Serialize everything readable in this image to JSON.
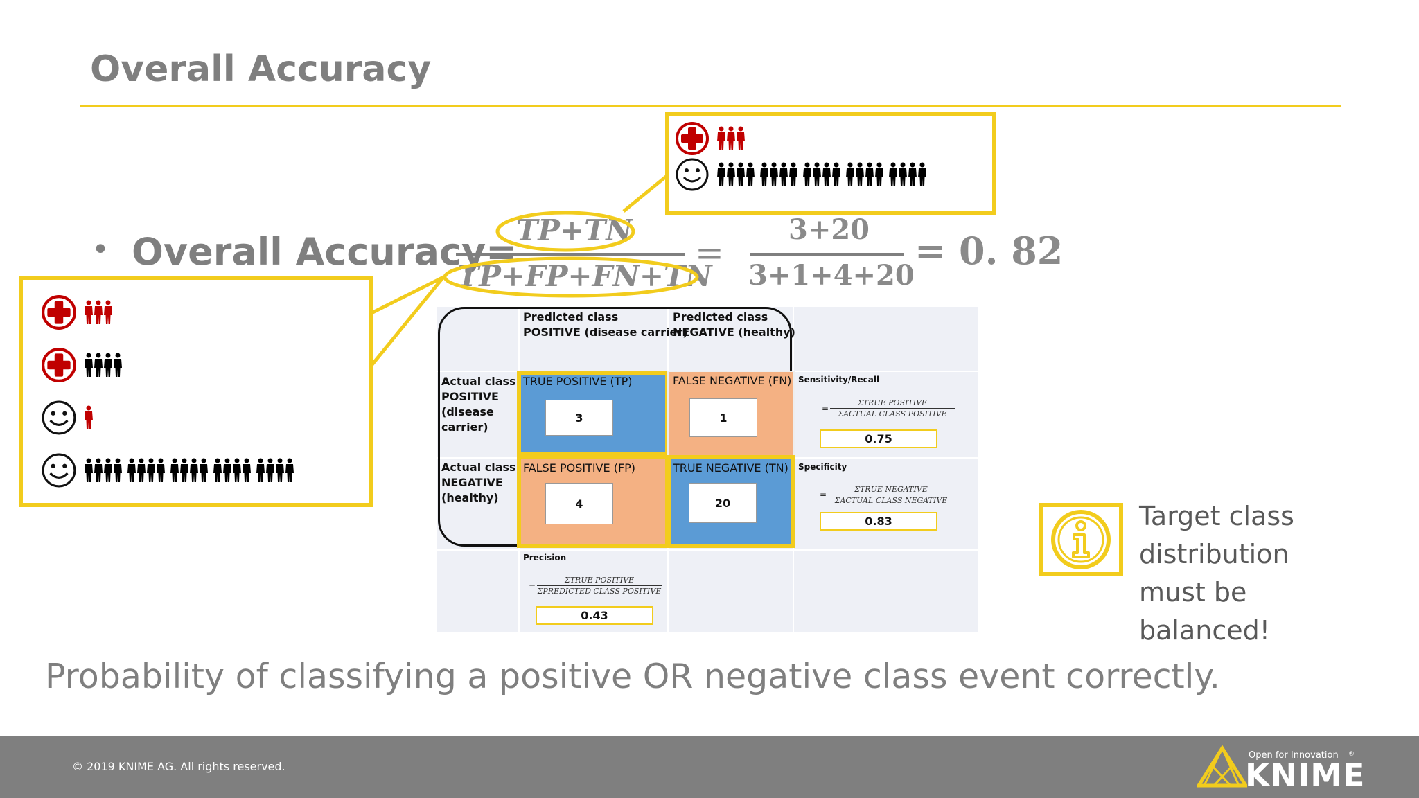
{
  "slide": {
    "title": "Overall Accuracy",
    "formula_label": "Overall Accuracy=",
    "numerator": "TP+TN",
    "denominator": "TP+FP+FN+TN",
    "equals_sign": "=",
    "numeric_numerator": "3+20",
    "numeric_denominator": "3+1+4+20",
    "result": "= 0. 82",
    "bottom_text": "Probability of classifying a positive OR negative class event correctly.",
    "target_note": [
      "Target class",
      "distribution",
      "must be",
      "balanced!"
    ]
  },
  "confusion_matrix": {
    "col_header_pos": [
      "Predicted class",
      "POSITIVE (disease carrier)"
    ],
    "col_header_neg": [
      "Predicted class",
      "NEGATIVE (healthy)"
    ],
    "row_header_pos": [
      "Actual class",
      "POSITIVE",
      "(disease",
      "carrier)"
    ],
    "row_header_neg": [
      "Actual class",
      "NEGATIVE",
      "(healthy)"
    ],
    "tp_label": "TRUE POSITIVE (TP)",
    "fn_label": "FALSE NEGATIVE (FN)",
    "fp_label": "FALSE POSITIVE (FP)",
    "tn_label": "TRUE NEGATIVE (TN)",
    "tp_value": "3",
    "fn_value": "1",
    "fp_value": "4",
    "tn_value": "20",
    "sensitivity_label": "Sensitivity/Recall",
    "sensitivity_num": "ΣTRUE POSITIVE",
    "sensitivity_den": "ΣACTUAL CLASS POSITIVE",
    "sensitivity_value": "0.75",
    "specificity_label": "Specificity",
    "specificity_num": "ΣTRUE NEGATIVE",
    "specificity_den": "ΣACTUAL CLASS NEGATIVE",
    "specificity_value": "0.83",
    "precision_label": "Precision",
    "precision_num": "ΣTRUE POSITIVE",
    "precision_den": "ΣPREDICTED CLASS POSITIVE",
    "precision_value": "0.43",
    "colors": {
      "tp_tn": "#5b9bd5",
      "fp_fn": "#f4b183",
      "highlight": "#f2cc1d"
    }
  },
  "callouts": {
    "top_rows": [
      {
        "icon": "red-cross-icon",
        "people": 3,
        "color": "#c00000"
      },
      {
        "icon": "smiley-icon",
        "people": 20,
        "color": "#000000"
      }
    ],
    "left_rows": [
      {
        "icon": "red-cross-icon",
        "people": 3,
        "color": "#c00000"
      },
      {
        "icon": "red-cross-icon",
        "people": 4,
        "color": "#000000"
      },
      {
        "icon": "smiley-icon",
        "people": 1,
        "color": "#c00000"
      },
      {
        "icon": "smiley-icon",
        "people": 20,
        "color": "#000000"
      }
    ]
  },
  "footer": {
    "copyright": "© 2019 KNIME AG. All rights reserved.",
    "tagline": "Open for Innovation",
    "brand": "KNIME",
    "reg": "®"
  }
}
